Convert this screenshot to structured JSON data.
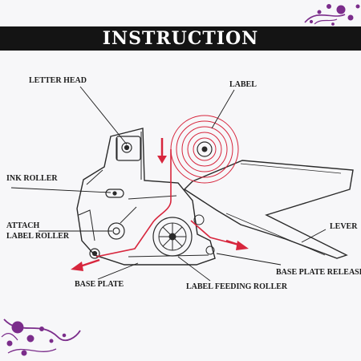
{
  "title": "INSTRUCTION",
  "colors": {
    "banner": "#141414",
    "accent": "#d7263d",
    "ink": "#1b1b1b",
    "flourish": "#7b2d8b"
  },
  "labels": {
    "letter_head": "LETTER HEAD",
    "label": "LABEL",
    "ink_roller": "INK ROLLER",
    "attach_line1": "ATTACH",
    "attach_line2": "LABEL ROLLER",
    "lever": "LEVER",
    "base_plate_release": "BASE PLATE RELEASE",
    "base_plate": "BASE PLATE",
    "label_feeding_roller": "LABEL FEEDING ROLLER"
  },
  "decorations": {
    "top_right": "flourish-ornament",
    "bottom_left": "flourish-ornament"
  }
}
